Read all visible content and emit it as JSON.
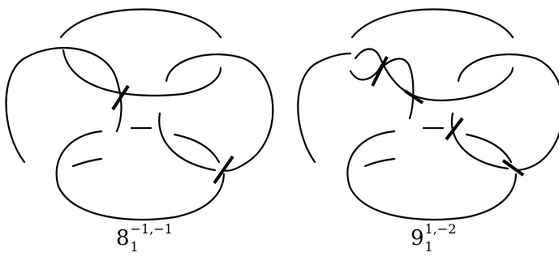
{
  "diagrams": [
    {
      "base": "8",
      "subscript": "1",
      "superscript": "−1,−1"
    },
    {
      "base": "9",
      "subscript": "1",
      "superscript": "1,−2"
    }
  ],
  "colors": {
    "stroke": "#000000",
    "background": "#ffffff"
  }
}
